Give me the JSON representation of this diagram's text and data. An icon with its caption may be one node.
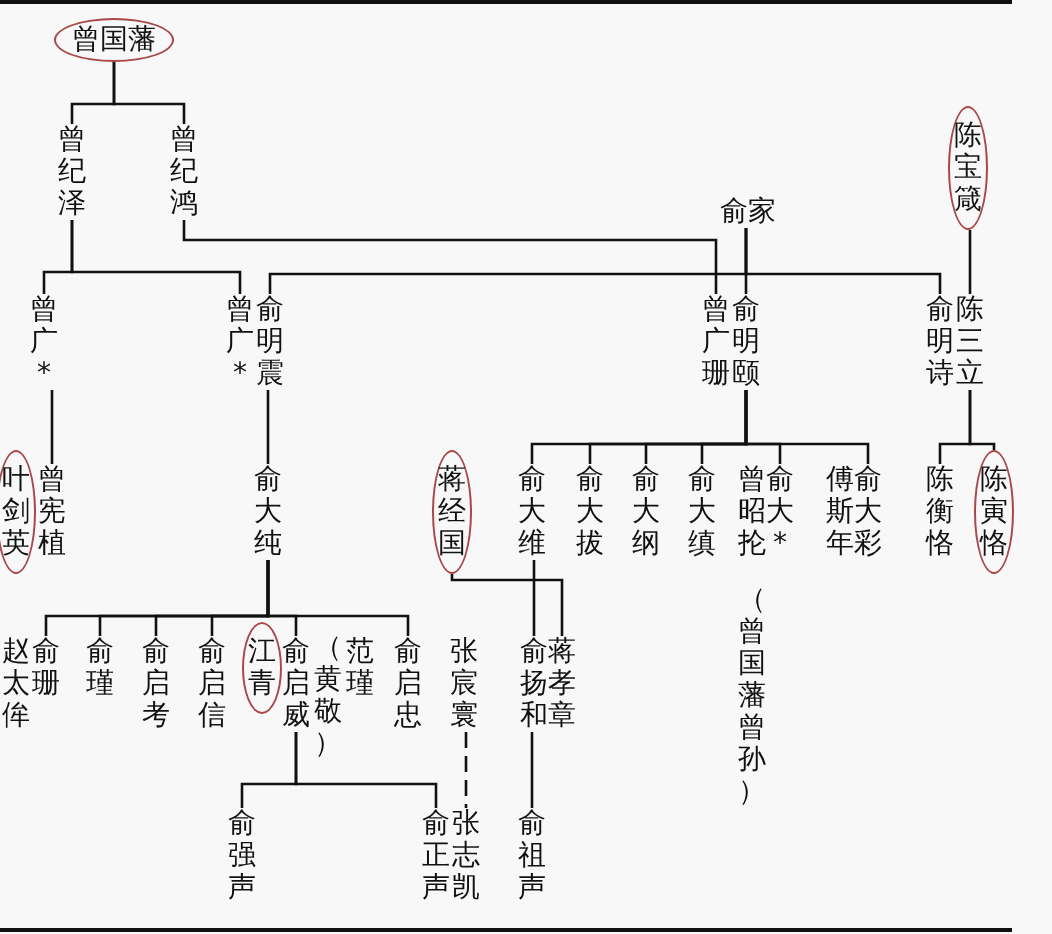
{
  "diagram": {
    "nodes": [
      {
        "text": [
          "曾国藩"
        ]
      },
      {
        "text": [
          "曾纪泽"
        ]
      },
      {
        "text": [
          "曾纪鸿"
        ]
      },
      {
        "text": [
          "俞家"
        ]
      },
      {
        "text": [
          "陈宝箴"
        ]
      },
      {
        "text": [
          "曾广*"
        ]
      },
      {
        "text": [
          "曾广*"
        ]
      },
      {
        "text": [
          "俞明震"
        ]
      },
      {
        "text": [
          "曾广珊"
        ]
      },
      {
        "text": [
          "俞明颐"
        ]
      },
      {
        "text": [
          "俞明诗"
        ]
      },
      {
        "text": [
          "陈三立"
        ]
      },
      {
        "text": [
          "叶剑英"
        ]
      },
      {
        "text": [
          "曾宪植"
        ]
      },
      {
        "text": [
          "俞大纯"
        ]
      },
      {
        "text": [
          "蒋经国"
        ]
      },
      {
        "text": [
          "俞大维"
        ]
      },
      {
        "text": [
          "俞大拔"
        ]
      },
      {
        "text": [
          "俞大纲"
        ]
      },
      {
        "text": [
          "俞大缜"
        ]
      },
      {
        "text": [
          "曾昭抡"
        ],
        "beside": [
          "（曾国藩曾孙）"
        ]
      },
      {
        "text": [
          "俞大*"
        ]
      },
      {
        "text": [
          "傅斯年"
        ]
      },
      {
        "text": [
          "俞大彩"
        ]
      },
      {
        "text": [
          "陈衡恪"
        ]
      },
      {
        "text": [
          "陈寅恪"
        ]
      },
      {
        "text": [
          "赵太侔"
        ]
      },
      {
        "text": [
          "俞珊"
        ]
      },
      {
        "text": [
          "俞瑾"
        ]
      },
      {
        "text": [
          "俞启考"
        ]
      },
      {
        "text": [
          "俞启信"
        ]
      },
      {
        "text": [
          "江青"
        ]
      },
      {
        "text": [
          "俞启威"
        ],
        "beside": [
          "（黄敬）"
        ]
      },
      {
        "text": [
          "范瑾"
        ]
      },
      {
        "text": [
          "俞启忠"
        ]
      },
      {
        "text": [
          "张宸寰"
        ]
      },
      {
        "text": [
          "俞扬和"
        ]
      },
      {
        "text": [
          "蒋孝章"
        ]
      },
      {
        "text": [
          "俞强声"
        ]
      },
      {
        "text": [
          "俞正声"
        ]
      },
      {
        "text": [
          "张志凯"
        ]
      },
      {
        "text": [
          "俞祖声"
        ]
      }
    ],
    "edges": [
      {
        "from": 0,
        "to": 1,
        "arrow": "none"
      },
      {
        "from": 0,
        "to": 2,
        "arrow": "none"
      },
      {
        "from": 2,
        "to": 8,
        "arrow": "none"
      },
      {
        "from": 1,
        "to": 5,
        "arrow": "none"
      },
      {
        "from": 1,
        "to": 6,
        "arrow": "none"
      },
      {
        "from": 3,
        "to": 7,
        "arrow": "none"
      },
      {
        "from": 3,
        "to": 9,
        "arrow": "none"
      },
      {
        "from": 3,
        "to": 10,
        "arrow": "none"
      },
      {
        "from": 4,
        "to": 11,
        "arrow": "none"
      },
      {
        "from": 5,
        "to": 13,
        "arrow": "none"
      },
      {
        "from": 7,
        "to": 14,
        "arrow": "none"
      },
      {
        "from": 9,
        "to": 16,
        "arrow": "none"
      },
      {
        "from": 9,
        "to": 17,
        "arrow": "none"
      },
      {
        "from": 9,
        "to": 18,
        "arrow": "none"
      },
      {
        "from": 9,
        "to": 19,
        "arrow": "none"
      },
      {
        "from": 9,
        "to": 21,
        "arrow": "none"
      },
      {
        "from": 9,
        "to": 23,
        "arrow": "none"
      },
      {
        "from": 11,
        "to": 24,
        "arrow": "none"
      },
      {
        "from": 11,
        "to": 25,
        "arrow": "none"
      },
      {
        "from": 15,
        "to": 37,
        "arrow": "none"
      },
      {
        "from": 16,
        "to": 36,
        "arrow": "none"
      },
      {
        "from": 14,
        "to": 27,
        "arrow": "none"
      },
      {
        "from": 14,
        "to": 28,
        "arrow": "none"
      },
      {
        "from": 14,
        "to": 29,
        "arrow": "none"
      },
      {
        "from": 14,
        "to": 30,
        "arrow": "none"
      },
      {
        "from": 14,
        "to": 32,
        "arrow": "none"
      },
      {
        "from": 14,
        "to": 34,
        "arrow": "none"
      },
      {
        "from": 32,
        "to": 38,
        "arrow": "none"
      },
      {
        "from": 32,
        "to": 39,
        "arrow": "none"
      },
      {
        "from": 35,
        "to": 40,
        "arrow": "none",
        "style": "dashed"
      },
      {
        "from": 36,
        "to": 41,
        "arrow": "none"
      }
    ]
  }
}
